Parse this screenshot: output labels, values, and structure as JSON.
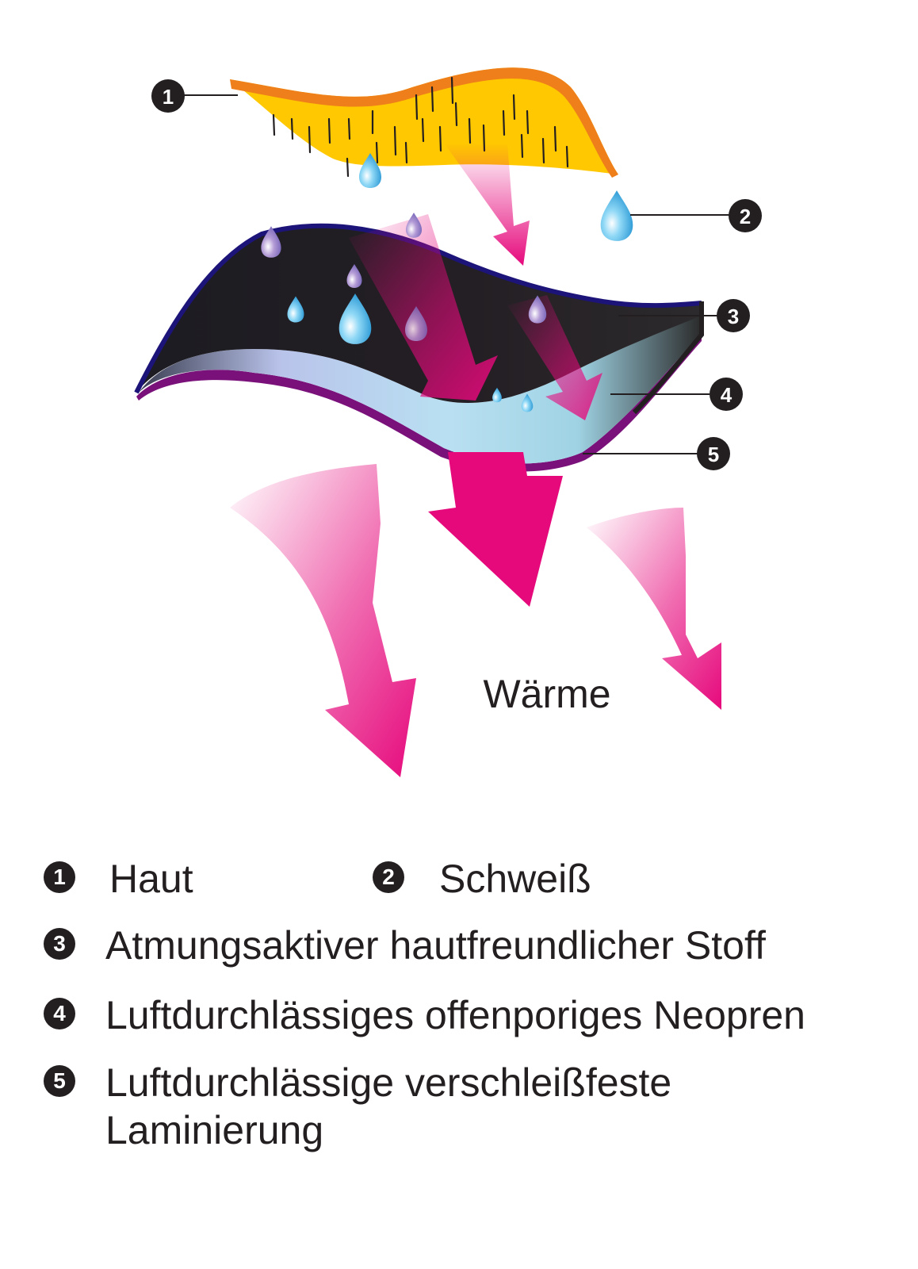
{
  "diagram": {
    "heat_label": "Wärme",
    "callouts": [
      "1",
      "2",
      "3",
      "4",
      "5"
    ],
    "colors": {
      "skin_fill": "#ffc800",
      "skin_edge": "#ee7f1a",
      "fabric_top": "#231f20",
      "fabric_edge": "#1c1478",
      "neoprene": "#a9dcec",
      "laminate_edge": "#7a117a",
      "heat_arrow": "#e6097c",
      "sweat_drop": "#2aa9e0"
    }
  },
  "legend": {
    "items": [
      {
        "num": "1",
        "label": "Haut"
      },
      {
        "num": "2",
        "label": "Schweiß"
      },
      {
        "num": "3",
        "label": "Atmungsaktiver hautfreundlicher Stoff"
      },
      {
        "num": "4",
        "label": "Luftdurchlässiges offenporiges Neopren"
      },
      {
        "num": "5",
        "label": "Luftdurchlässige verschleißfeste Laminierung"
      }
    ]
  }
}
